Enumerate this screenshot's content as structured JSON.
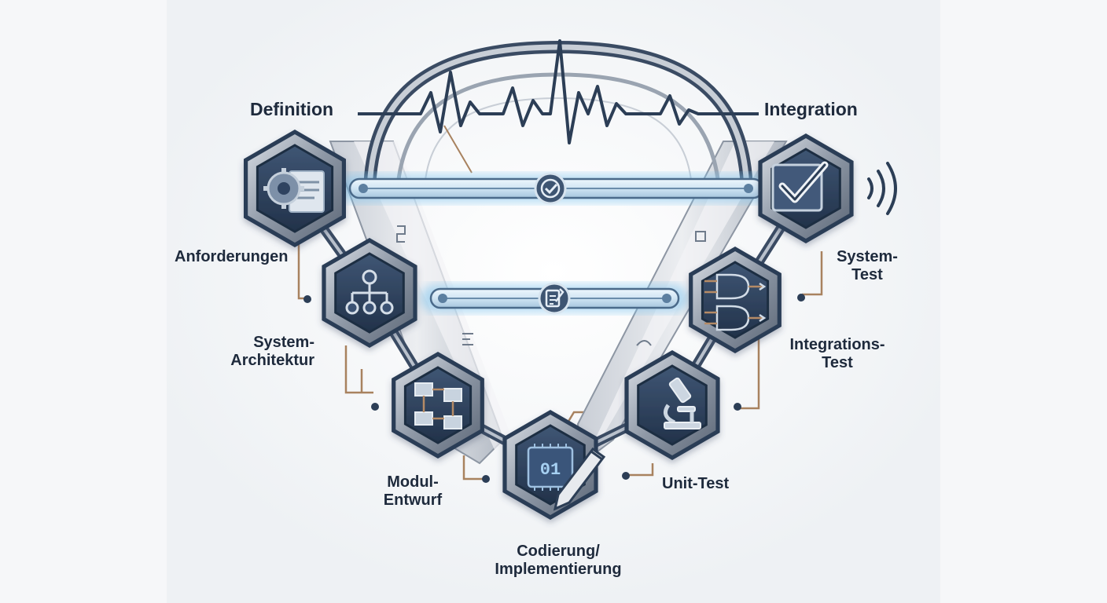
{
  "headers": {
    "left": "Definition",
    "right": "Integration"
  },
  "stages": {
    "requirements": {
      "label": "Anforderungen",
      "icon": "gear-document-icon"
    },
    "architecture": {
      "line1": "System-",
      "line2": "Architektur",
      "icon": "hierarchy-icon"
    },
    "module_design": {
      "line1": "Modul-",
      "line2": "Entwurf",
      "icon": "flowchart-icon"
    },
    "coding": {
      "line1": "Codierung/",
      "line2": "Implementierung",
      "chip_text": "01",
      "icon": "chip-pencil-icon"
    },
    "unit_test": {
      "label": "Unit-Test",
      "icon": "microscope-icon"
    },
    "integration_test": {
      "line1": "Integrations-",
      "line2": "Test",
      "icon": "logic-gates-icon"
    },
    "system_test": {
      "line1": "System-",
      "line2": "Test",
      "icon": "checkmark-icon"
    }
  },
  "links": [
    {
      "name": "requirements-to-system-test",
      "icon": "check-circle-icon"
    },
    {
      "name": "architecture-to-integration-test",
      "icon": "document-edit-icon"
    }
  ],
  "decor": {
    "top": "heartbeat-line",
    "right": "signal-waves-icon"
  },
  "colors": {
    "navy": "#2c3e56",
    "steel": "#8a96a6",
    "glow": "#7fc4ee",
    "copper": "#b08060",
    "text": "#1e2a3c"
  }
}
